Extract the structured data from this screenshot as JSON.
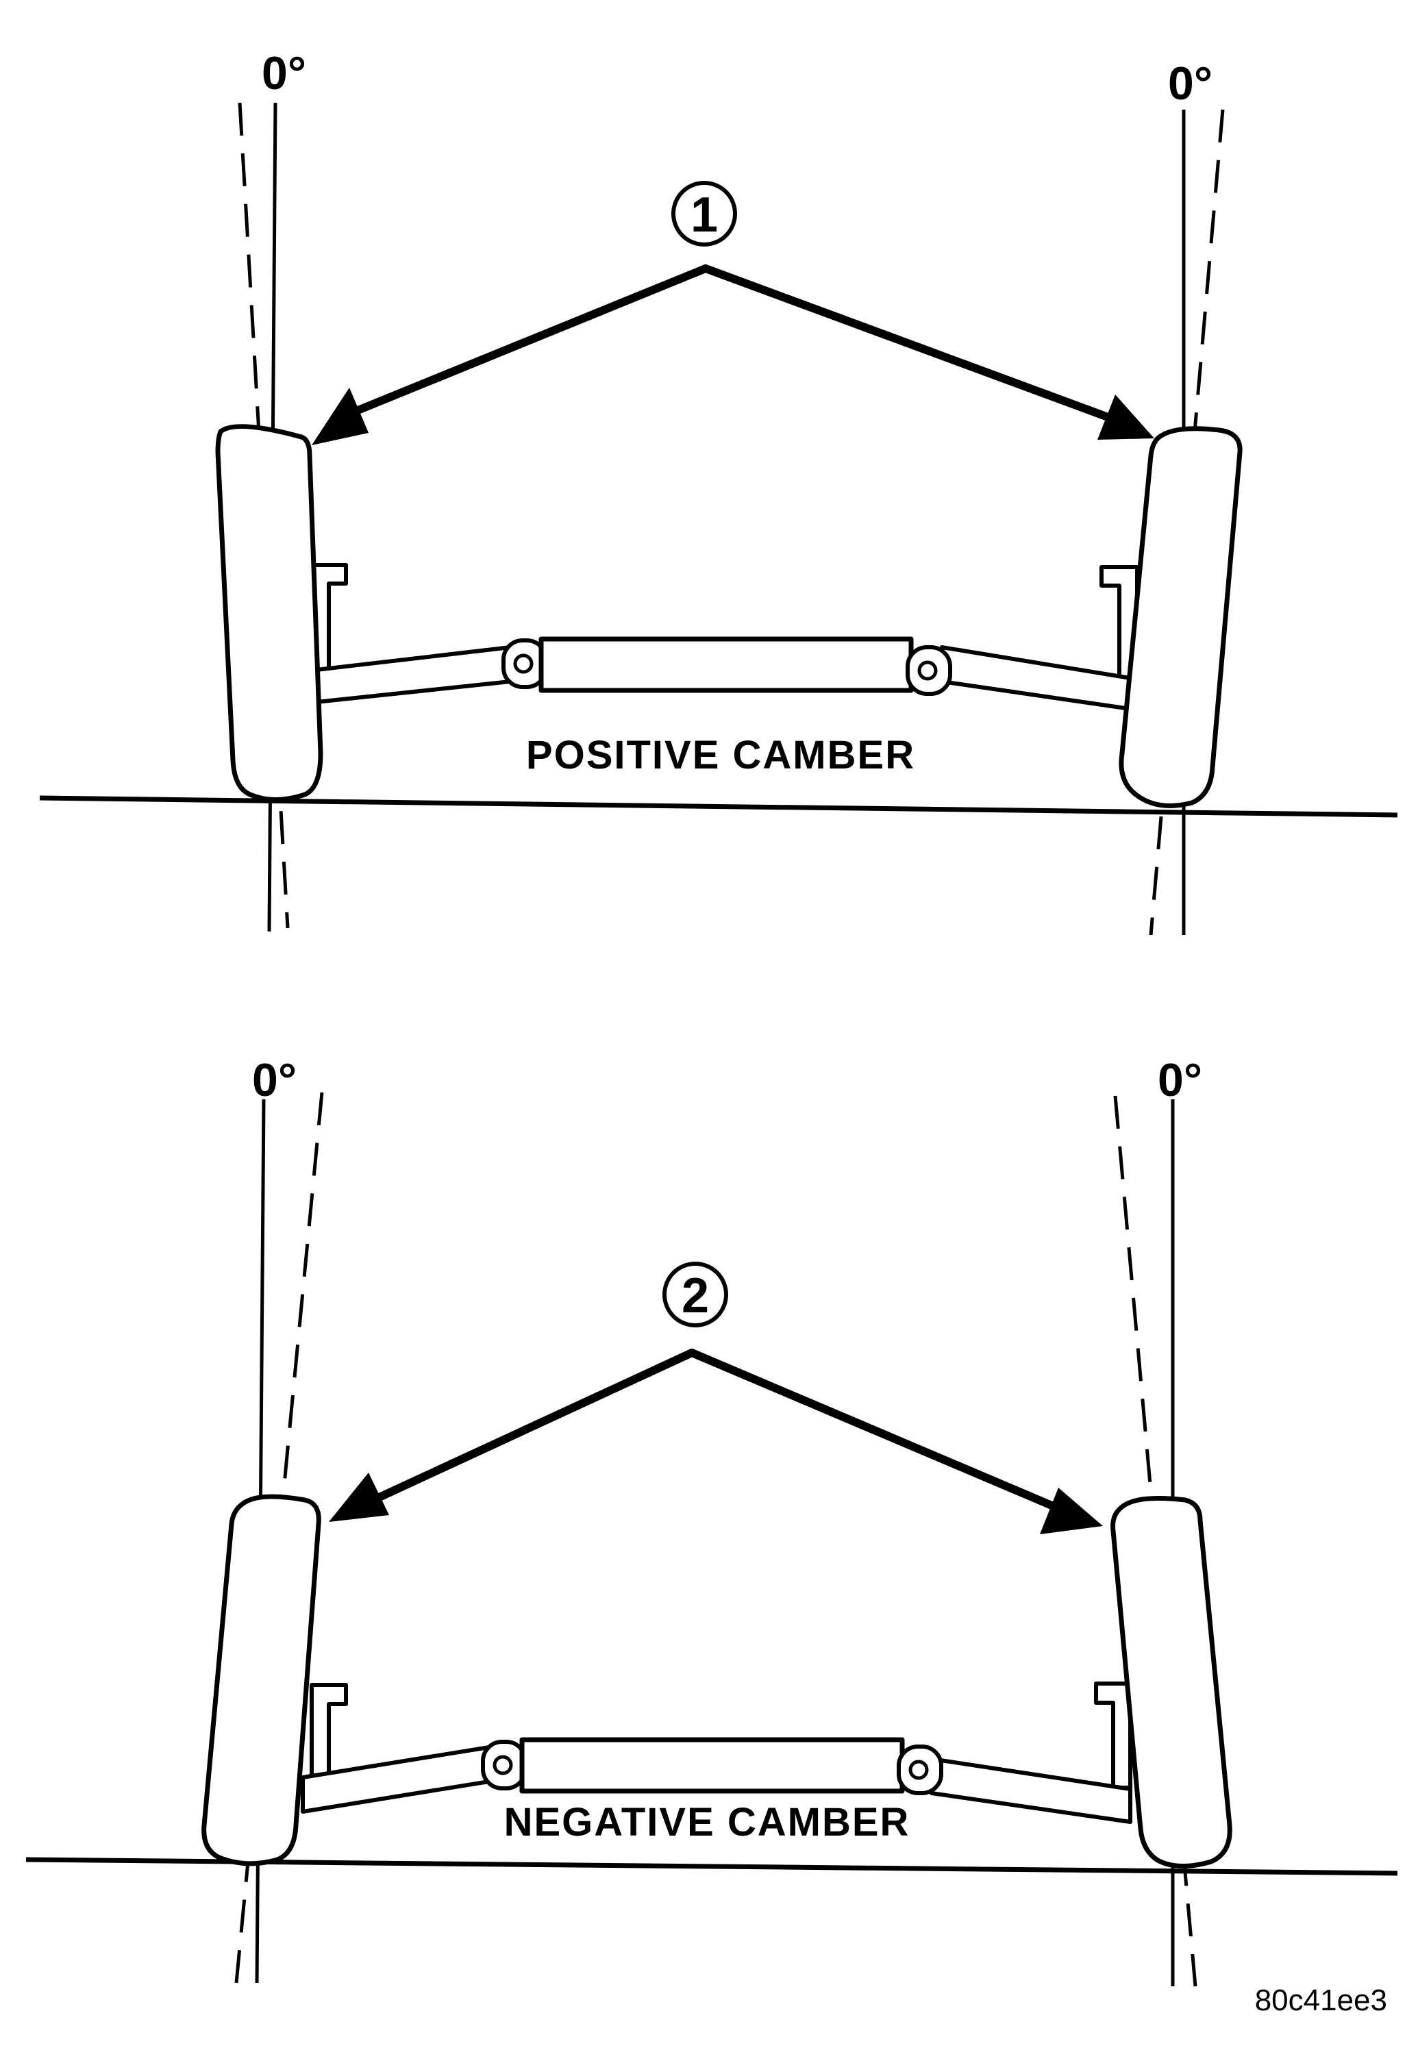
{
  "degree_label": "0°",
  "top": {
    "callout": "1",
    "caption": "POSITIVE CAMBER"
  },
  "bottom": {
    "callout": "2",
    "caption": "NEGATIVE CAMBER"
  },
  "figure_code": "80c41ee3"
}
